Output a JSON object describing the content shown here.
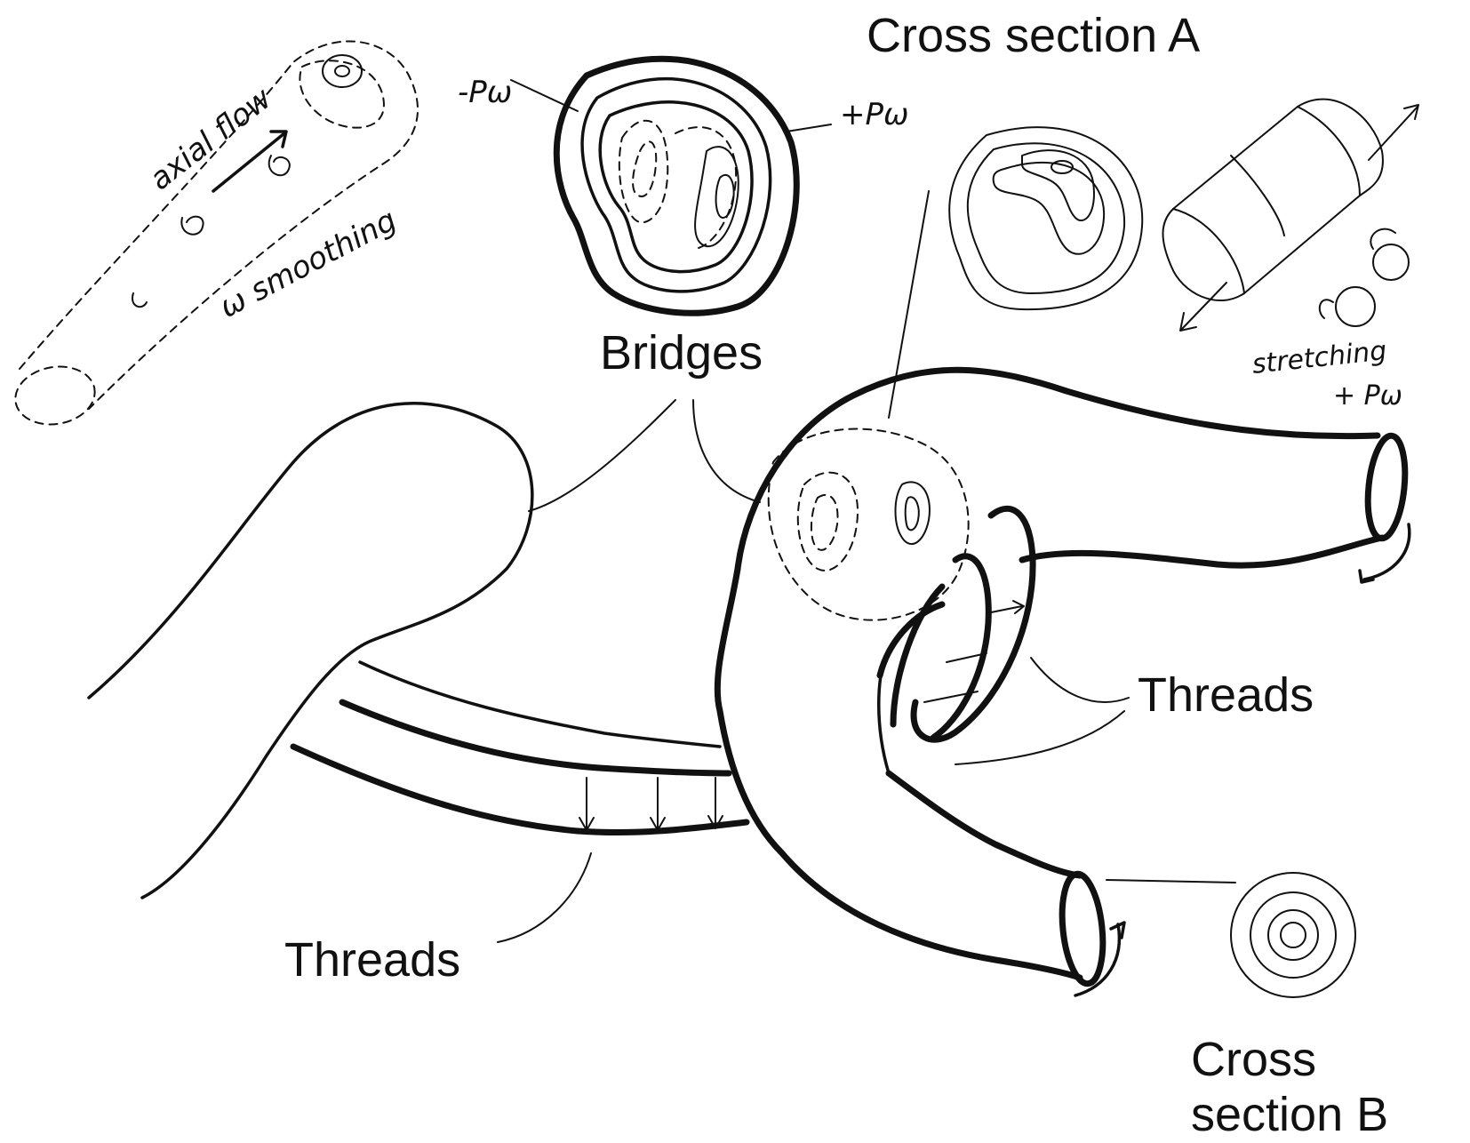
{
  "labels": {
    "cross_section_a": "Cross section A",
    "bridges": "Bridges",
    "threads_right": "Threads",
    "threads_left": "Threads",
    "cross_section_b_line1": "Cross",
    "cross_section_b_line2": "section B",
    "minus_pw": "-Pω",
    "plus_pw": "+Pω",
    "axial_flow": "axial flow",
    "omega_smoothing": "ω smoothing",
    "stretching": "stretching",
    "stretching_plus_pw": "+ Pω"
  }
}
